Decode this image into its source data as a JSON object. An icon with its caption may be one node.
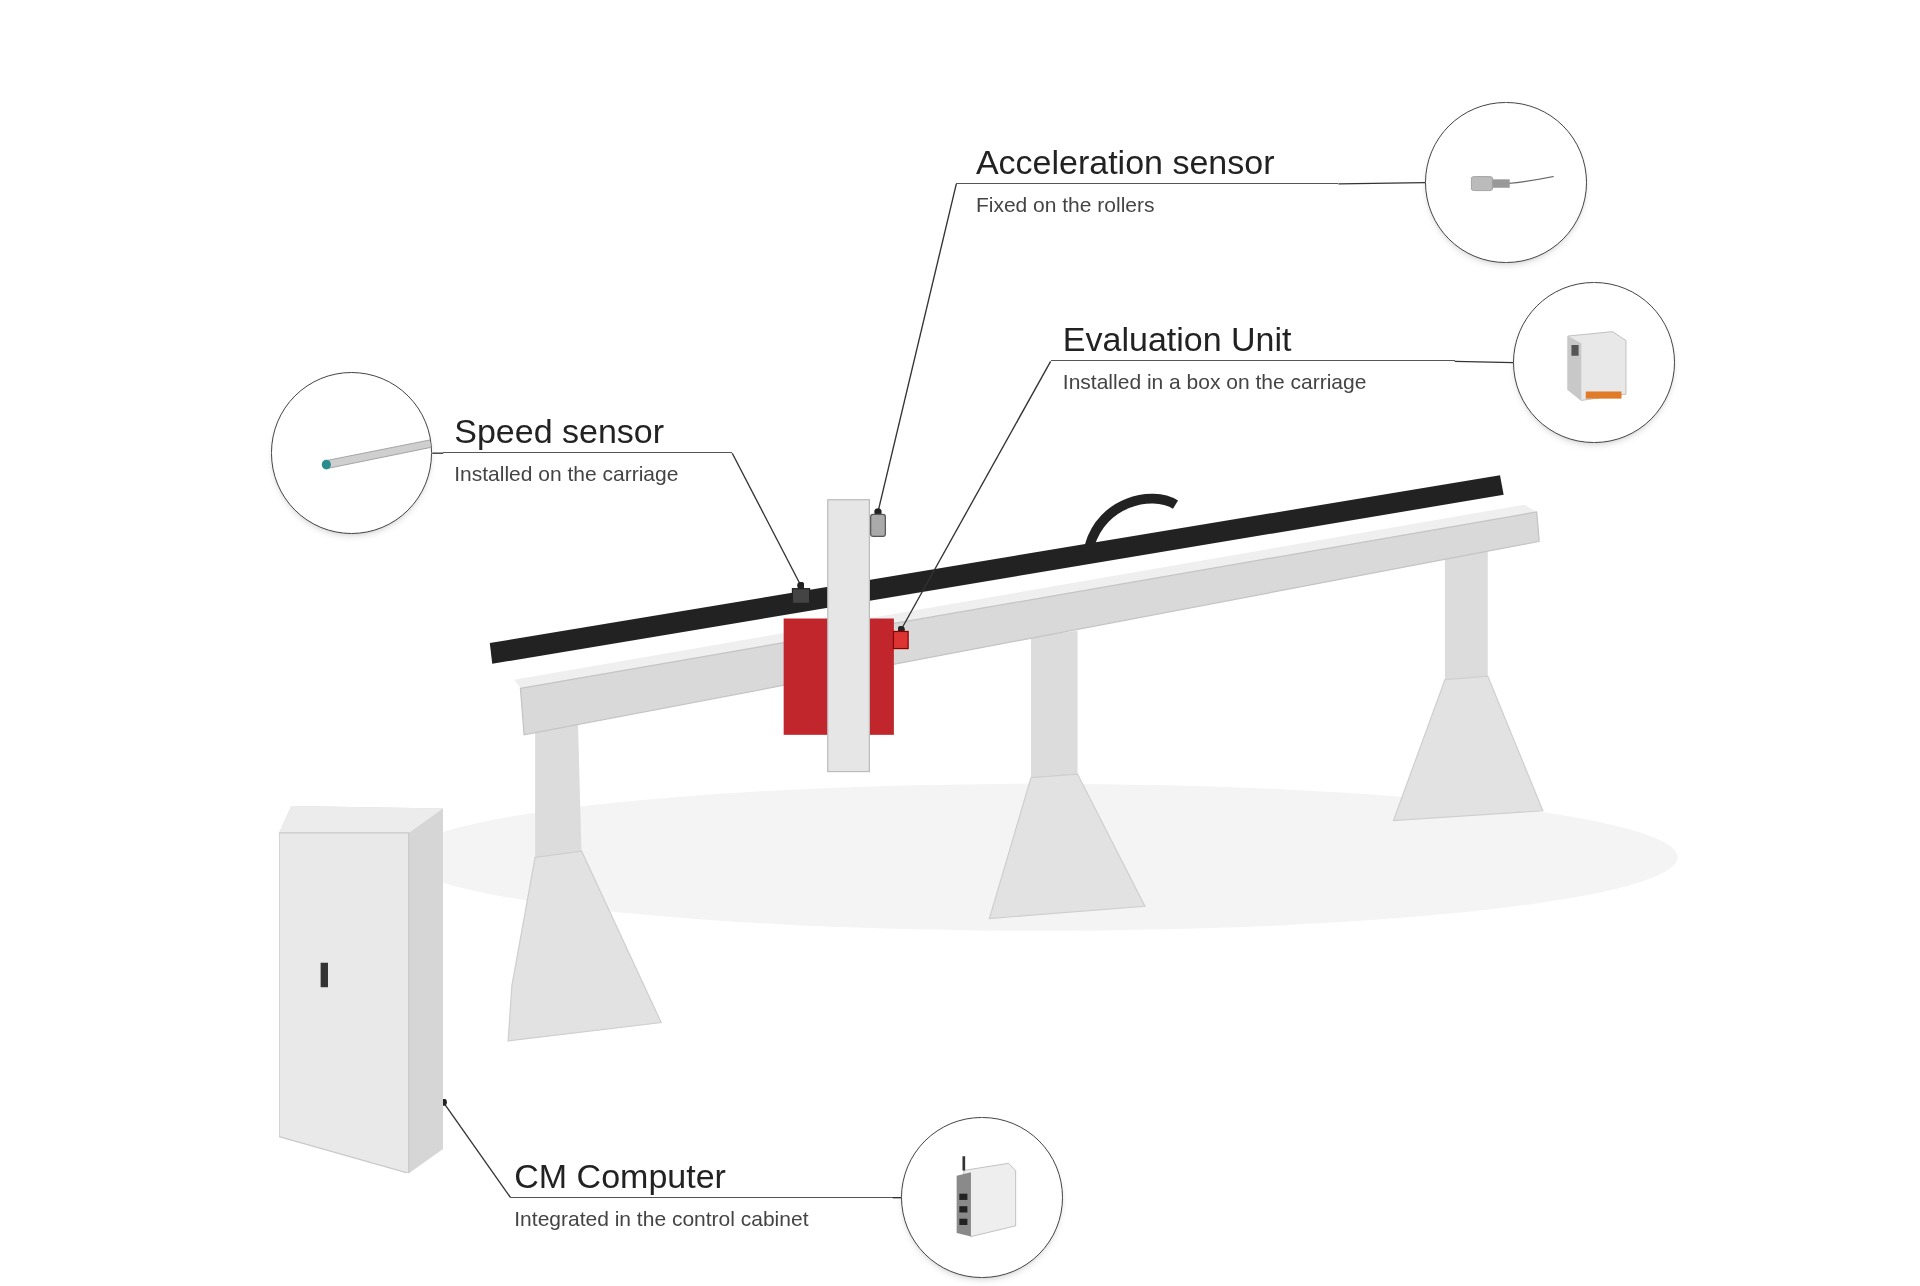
{
  "diagram": {
    "nodes": [
      {
        "text": [
          "Acceleration sensor",
          "Fixed on the rollers"
        ]
      },
      {
        "text": [],
        "shape": "picture"
      },
      {
        "text": [
          "Evaluation Unit",
          "Installed in a box on the carriage"
        ]
      },
      {
        "text": [],
        "shape": "picture"
      },
      {
        "text": [],
        "shape": "picture"
      },
      {
        "text": [
          "Speed sensor",
          "Installed on the carriage"
        ]
      },
      {
        "text": [],
        "shape": "box"
      },
      {
        "text": [],
        "shape": "box"
      },
      {
        "text": [],
        "shape": "box"
      },
      {
        "text": [],
        "shape": "box"
      },
      {
        "text": [
          "CM Computer",
          "Integrated in the control cabinet"
        ]
      },
      {
        "text": [],
        "shape": "picture"
      }
    ],
    "edges": [
      {
        "from": 1,
        "to": 0,
        "arrow": "none"
      },
      {
        "from": 0,
        "to": 6,
        "arrow": "other"
      },
      {
        "from": 3,
        "to": 2,
        "arrow": "none"
      },
      {
        "from": 2,
        "to": 8,
        "arrow": "other"
      },
      {
        "from": 4,
        "to": 5,
        "arrow": "none"
      },
      {
        "from": 5,
        "to": 7,
        "arrow": "other"
      },
      {
        "from": 11,
        "to": 10,
        "arrow": "none"
      },
      {
        "from": 10,
        "to": 9,
        "arrow": "other"
      }
    ]
  }
}
